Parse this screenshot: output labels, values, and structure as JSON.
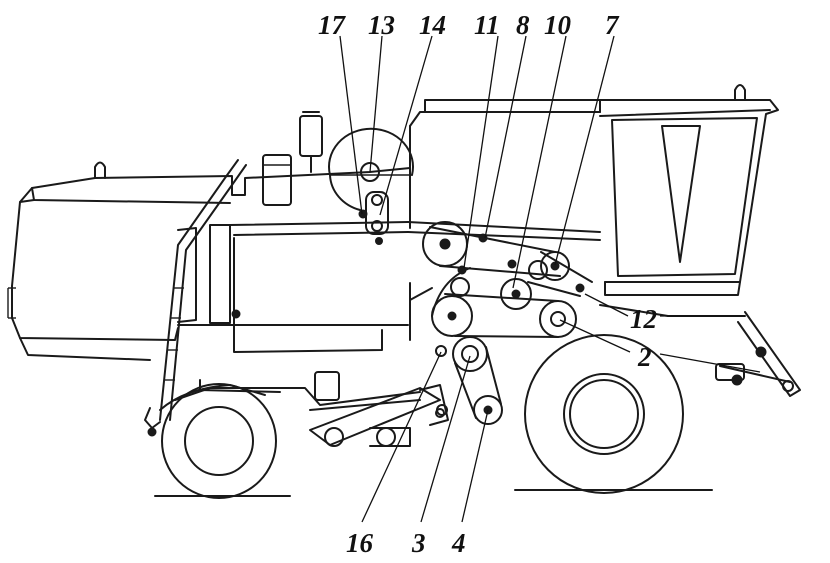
{
  "figure": {
    "callouts": {
      "c17": "17",
      "c13": "13",
      "c14": "14",
      "c11": "11",
      "c8": "8",
      "c10": "10",
      "c7": "7",
      "c12": "12",
      "c2": "2",
      "c16": "16",
      "c3": "3",
      "c4": "4"
    }
  }
}
